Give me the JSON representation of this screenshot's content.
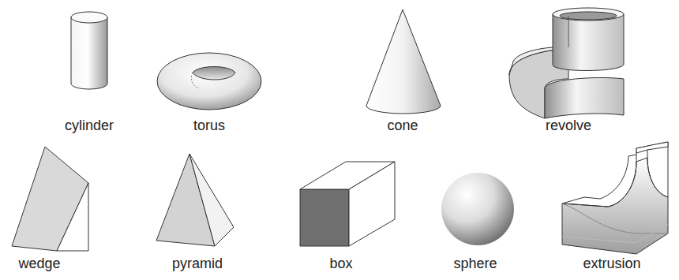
{
  "diagram": {
    "labels": [
      "cylinder",
      "torus",
      "cone",
      "revolve",
      "wedge",
      "pyramid",
      "box",
      "sphere",
      "extrusion"
    ]
  }
}
